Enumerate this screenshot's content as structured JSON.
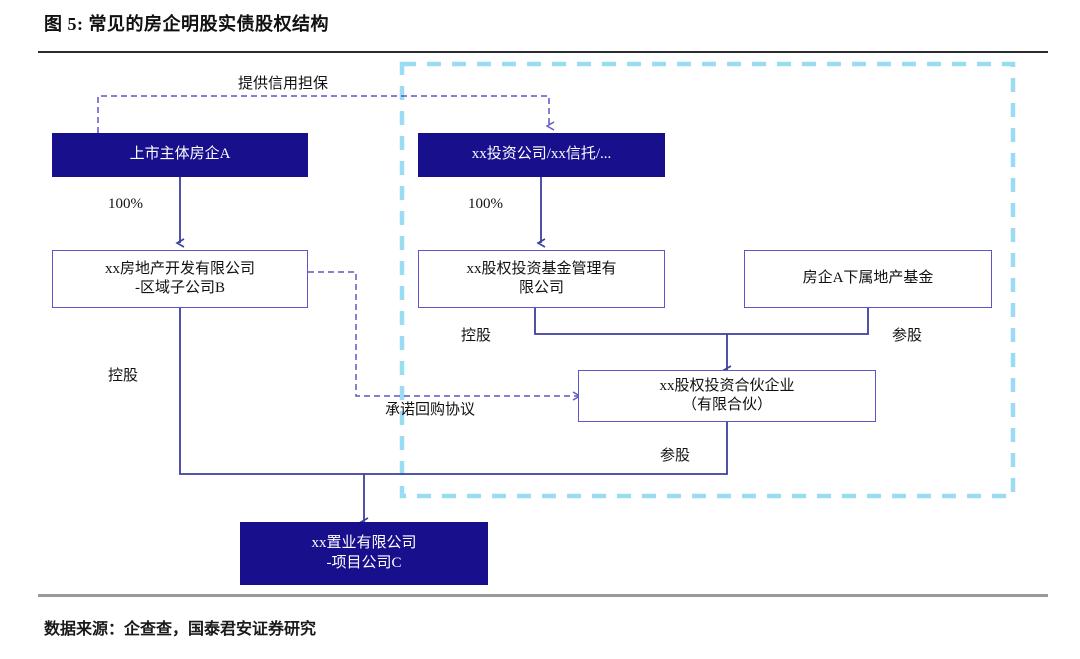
{
  "figure": {
    "title": "图 5:  常见的房企明股实债股权结构",
    "source": "数据来源：企查查，国泰君安证券研究"
  },
  "colors": {
    "navy_fill": "#170F8C",
    "box_border": "#5B57C4",
    "connector": "#3B3F9E",
    "dashed_connector": "#5B57C4",
    "region_boundary": "#9BDCF5",
    "rule_top": "#2B2B2B",
    "rule_bottom": "#9A9A9A"
  },
  "nodes": {
    "listed_developer": {
      "label": "上市主体房企A",
      "style": "navy"
    },
    "investment_company": {
      "label": "xx投资公司/xx信托/...",
      "style": "navy"
    },
    "regional_subsidiary": {
      "label": "xx房地产开发有限公司\n-区域子公司B",
      "style": "plain"
    },
    "fund_manager": {
      "label": "xx股权投资基金管理有\n限公司",
      "style": "plain"
    },
    "developer_property_fund": {
      "label": "房企A下属地产基金",
      "style": "plain"
    },
    "investment_partnership": {
      "label": "xx股权投资合伙企业\n（有限合伙）",
      "style": "plain"
    },
    "project_company": {
      "label": "xx置业有限公司\n-项目公司C",
      "style": "navy"
    }
  },
  "edge_labels": {
    "credit_guarantee": "提供信用担保",
    "pct_left": "100%",
    "pct_right": "100%",
    "control_left": "控股",
    "control_right": "控股",
    "minority_right": "参股",
    "minority_partnership": "参股",
    "buyback_agreement": "承诺回购协议"
  }
}
